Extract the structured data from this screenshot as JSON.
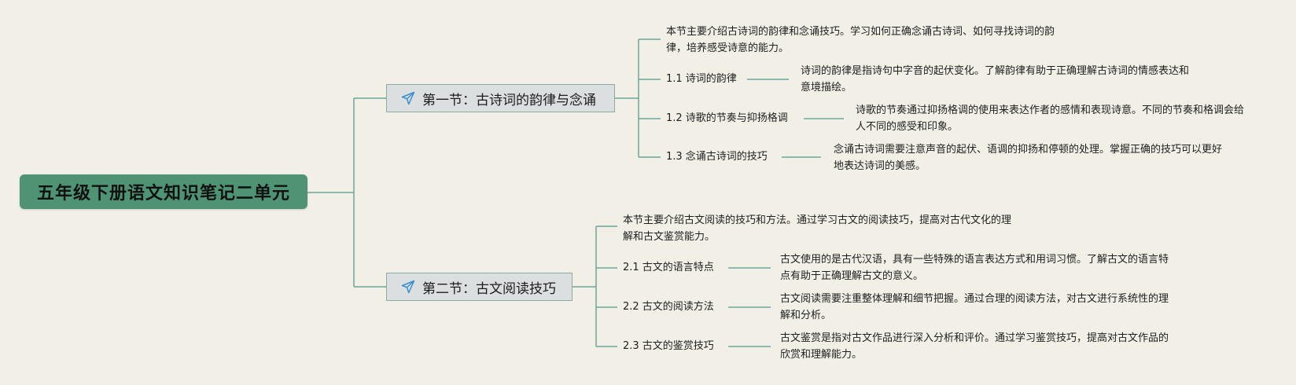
{
  "root": {
    "title": "五年级下册语文知识笔记二单元"
  },
  "sections": [
    {
      "title": "第一节：古诗词的韵律与念诵",
      "icon": "paper-plane-icon",
      "summary": "本节主要介绍古诗词的韵律和念诵技巧。学习如何正确念诵古诗词、如何寻找诗词的韵律，培养感受诗意的能力。",
      "items": [
        {
          "label": "1.1 诗词的韵律",
          "detail": "诗词的韵律是指诗句中字音的起伏变化。了解韵律有助于正确理解古诗词的情感表达和意境描绘。"
        },
        {
          "label": "1.2 诗歌的节奏与抑扬格调",
          "detail": "诗歌的节奏通过抑扬格调的使用来表达作者的感情和表现诗意。不同的节奏和格调会给人不同的感受和印象。"
        },
        {
          "label": "1.3 念诵古诗词的技巧",
          "detail": "念诵古诗词需要注意声音的起伏、语调的抑扬和停顿的处理。掌握正确的技巧可以更好地表达诗词的美感。"
        }
      ]
    },
    {
      "title": "第二节：古文阅读技巧",
      "icon": "paper-plane-icon",
      "summary": "本节主要介绍古文阅读的技巧和方法。通过学习古文的阅读技巧，提高对古代文化的理解和古文鉴赏能力。",
      "items": [
        {
          "label": "2.1 古文的语言特点",
          "detail": "古文使用的是古代汉语，具有一些特殊的语言表达方式和用词习惯。了解古文的语言特点有助于正确理解古文的意义。"
        },
        {
          "label": "2.2 古文的阅读方法",
          "detail": "古文阅读需要注重整体理解和细节把握。通过合理的阅读方法，对古文进行系统性的理解和分析。"
        },
        {
          "label": "2.3 古文的鉴赏技巧",
          "detail": "古文鉴赏是指对古文作品进行深入分析和评价。通过学习鉴赏技巧，提高对古文作品的欣赏和理解能力。"
        }
      ]
    }
  ],
  "colors": {
    "root_fill": "#4e9474",
    "line": "#6aa79a",
    "branch_fill": "#dcdfe0",
    "background": "#f2efe6",
    "icon": "#3a8fd0"
  }
}
